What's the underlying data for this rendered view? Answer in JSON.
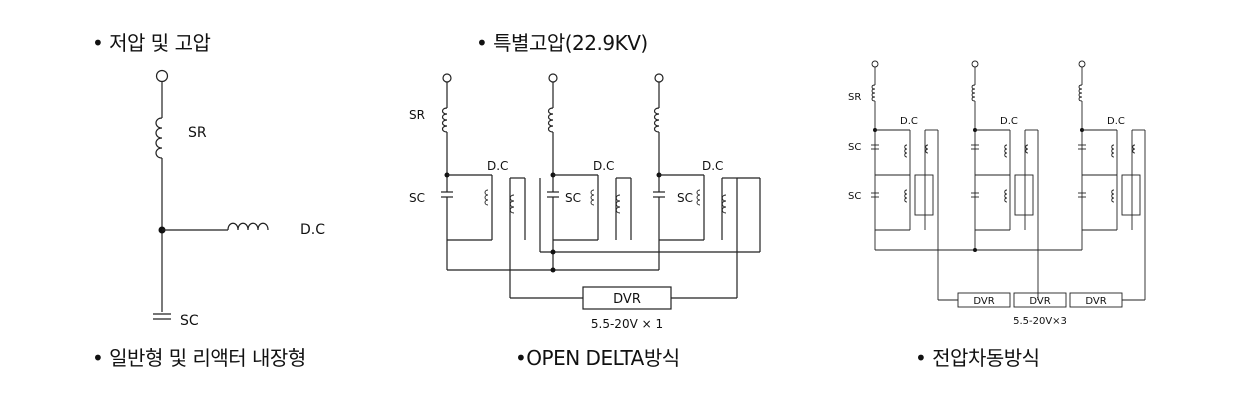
{
  "headings": {
    "low_high": "• 저압 및 고압",
    "special_high": "• 특별고압(22.9KV)"
  },
  "captions": {
    "general": "• 일반형 및 리액터 내장형",
    "open_delta": "•OPEN DELTA방식",
    "voltage_diff": "• 전압차동방식"
  },
  "diagram1": {
    "sr": "SR",
    "dc": "D.C",
    "sc": "SC"
  },
  "diagram2": {
    "sr": "SR",
    "sc": "SC",
    "dc": "D.C",
    "dvr": "DVR",
    "rating": "5.5-20V × 1"
  },
  "diagram3": {
    "sr": "SR",
    "sc": "SC",
    "dc": "D.C",
    "dvr": "DVR",
    "rating": "5.5-20V×3"
  }
}
